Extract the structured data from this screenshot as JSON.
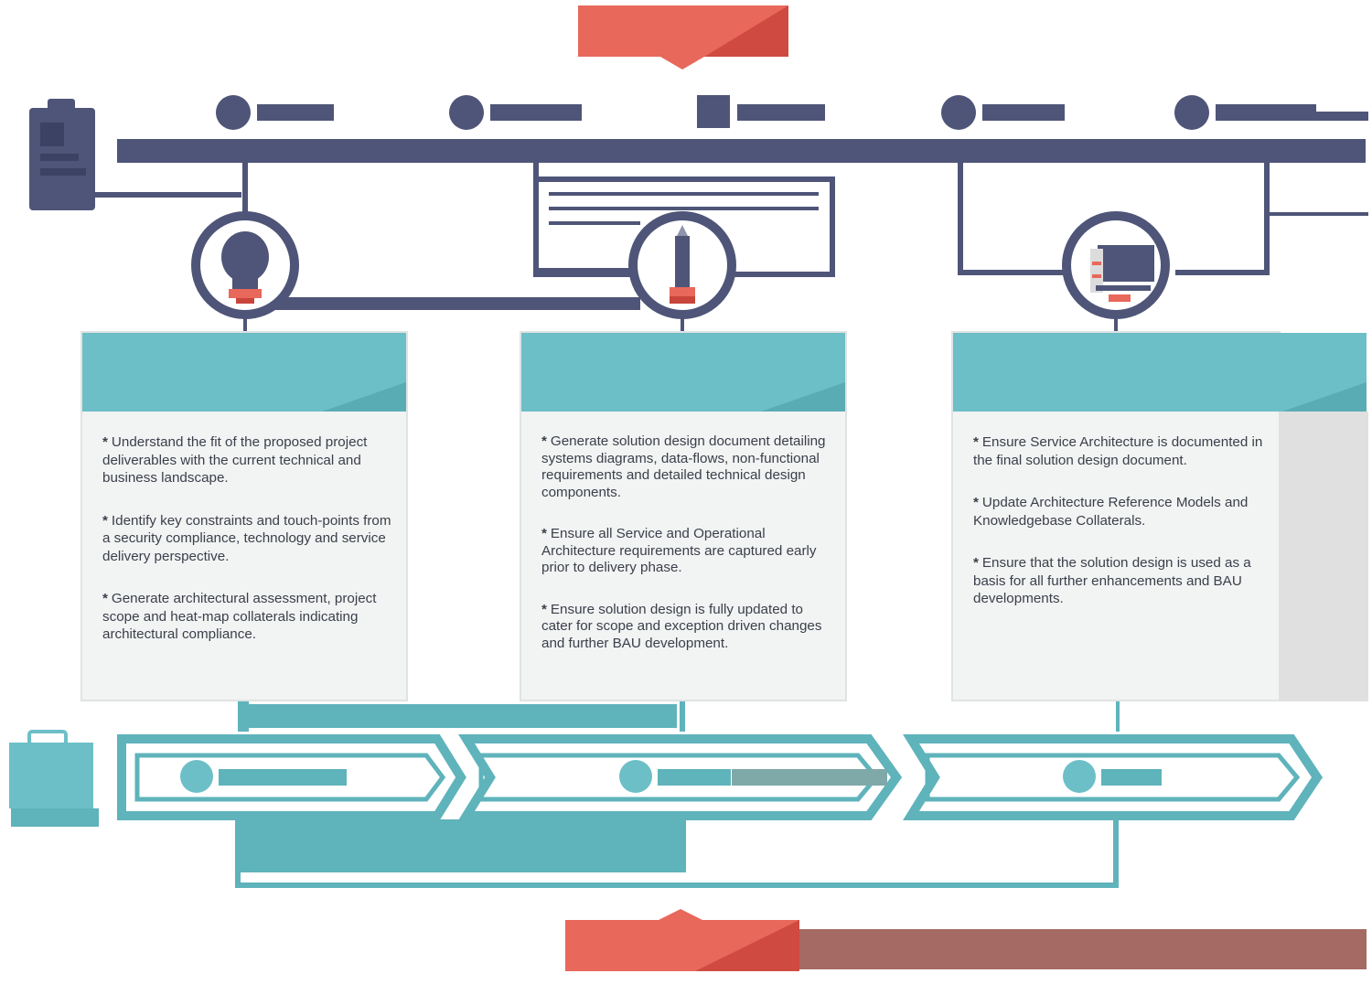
{
  "colors": {
    "navy": "#4f5578",
    "teal": "#5fb3bb",
    "teal_light": "#6dbfc7",
    "coral": "#e8685c",
    "coral_dark": "#c9443a",
    "card_bg": "#f2f3f3"
  },
  "icons": [
    "lightbulb-icon",
    "pencil-icon",
    "laptop-icon",
    "clipboard-icon",
    "briefcase-icon"
  ],
  "cards": [
    {
      "bullets": [
        "Understand the fit of the proposed project deliverables with the current technical and business landscape.",
        "Identify key constraints and touch-points from a security compliance, technology and service delivery perspective.",
        "Generate architectural assessment, project scope and heat-map collaterals indicating architectural compliance."
      ]
    },
    {
      "bullets": [
        "Generate  solution design document detailing systems diagrams, data-flows, non-functional requirements and detailed technical design components.",
        "Ensure all Service and Operational Architecture requirements are captured early prior to delivery phase.",
        "Ensure solution design is fully updated to cater for scope and exception driven changes and further BAU development."
      ]
    },
    {
      "bullets": [
        "Ensure Service Architecture is documented in the final solution design document.",
        "Update Architecture Reference Models and Knowledgebase Collaterals.",
        "Ensure that the solution design is used as a basis for all further enhancements and BAU developments."
      ]
    }
  ]
}
